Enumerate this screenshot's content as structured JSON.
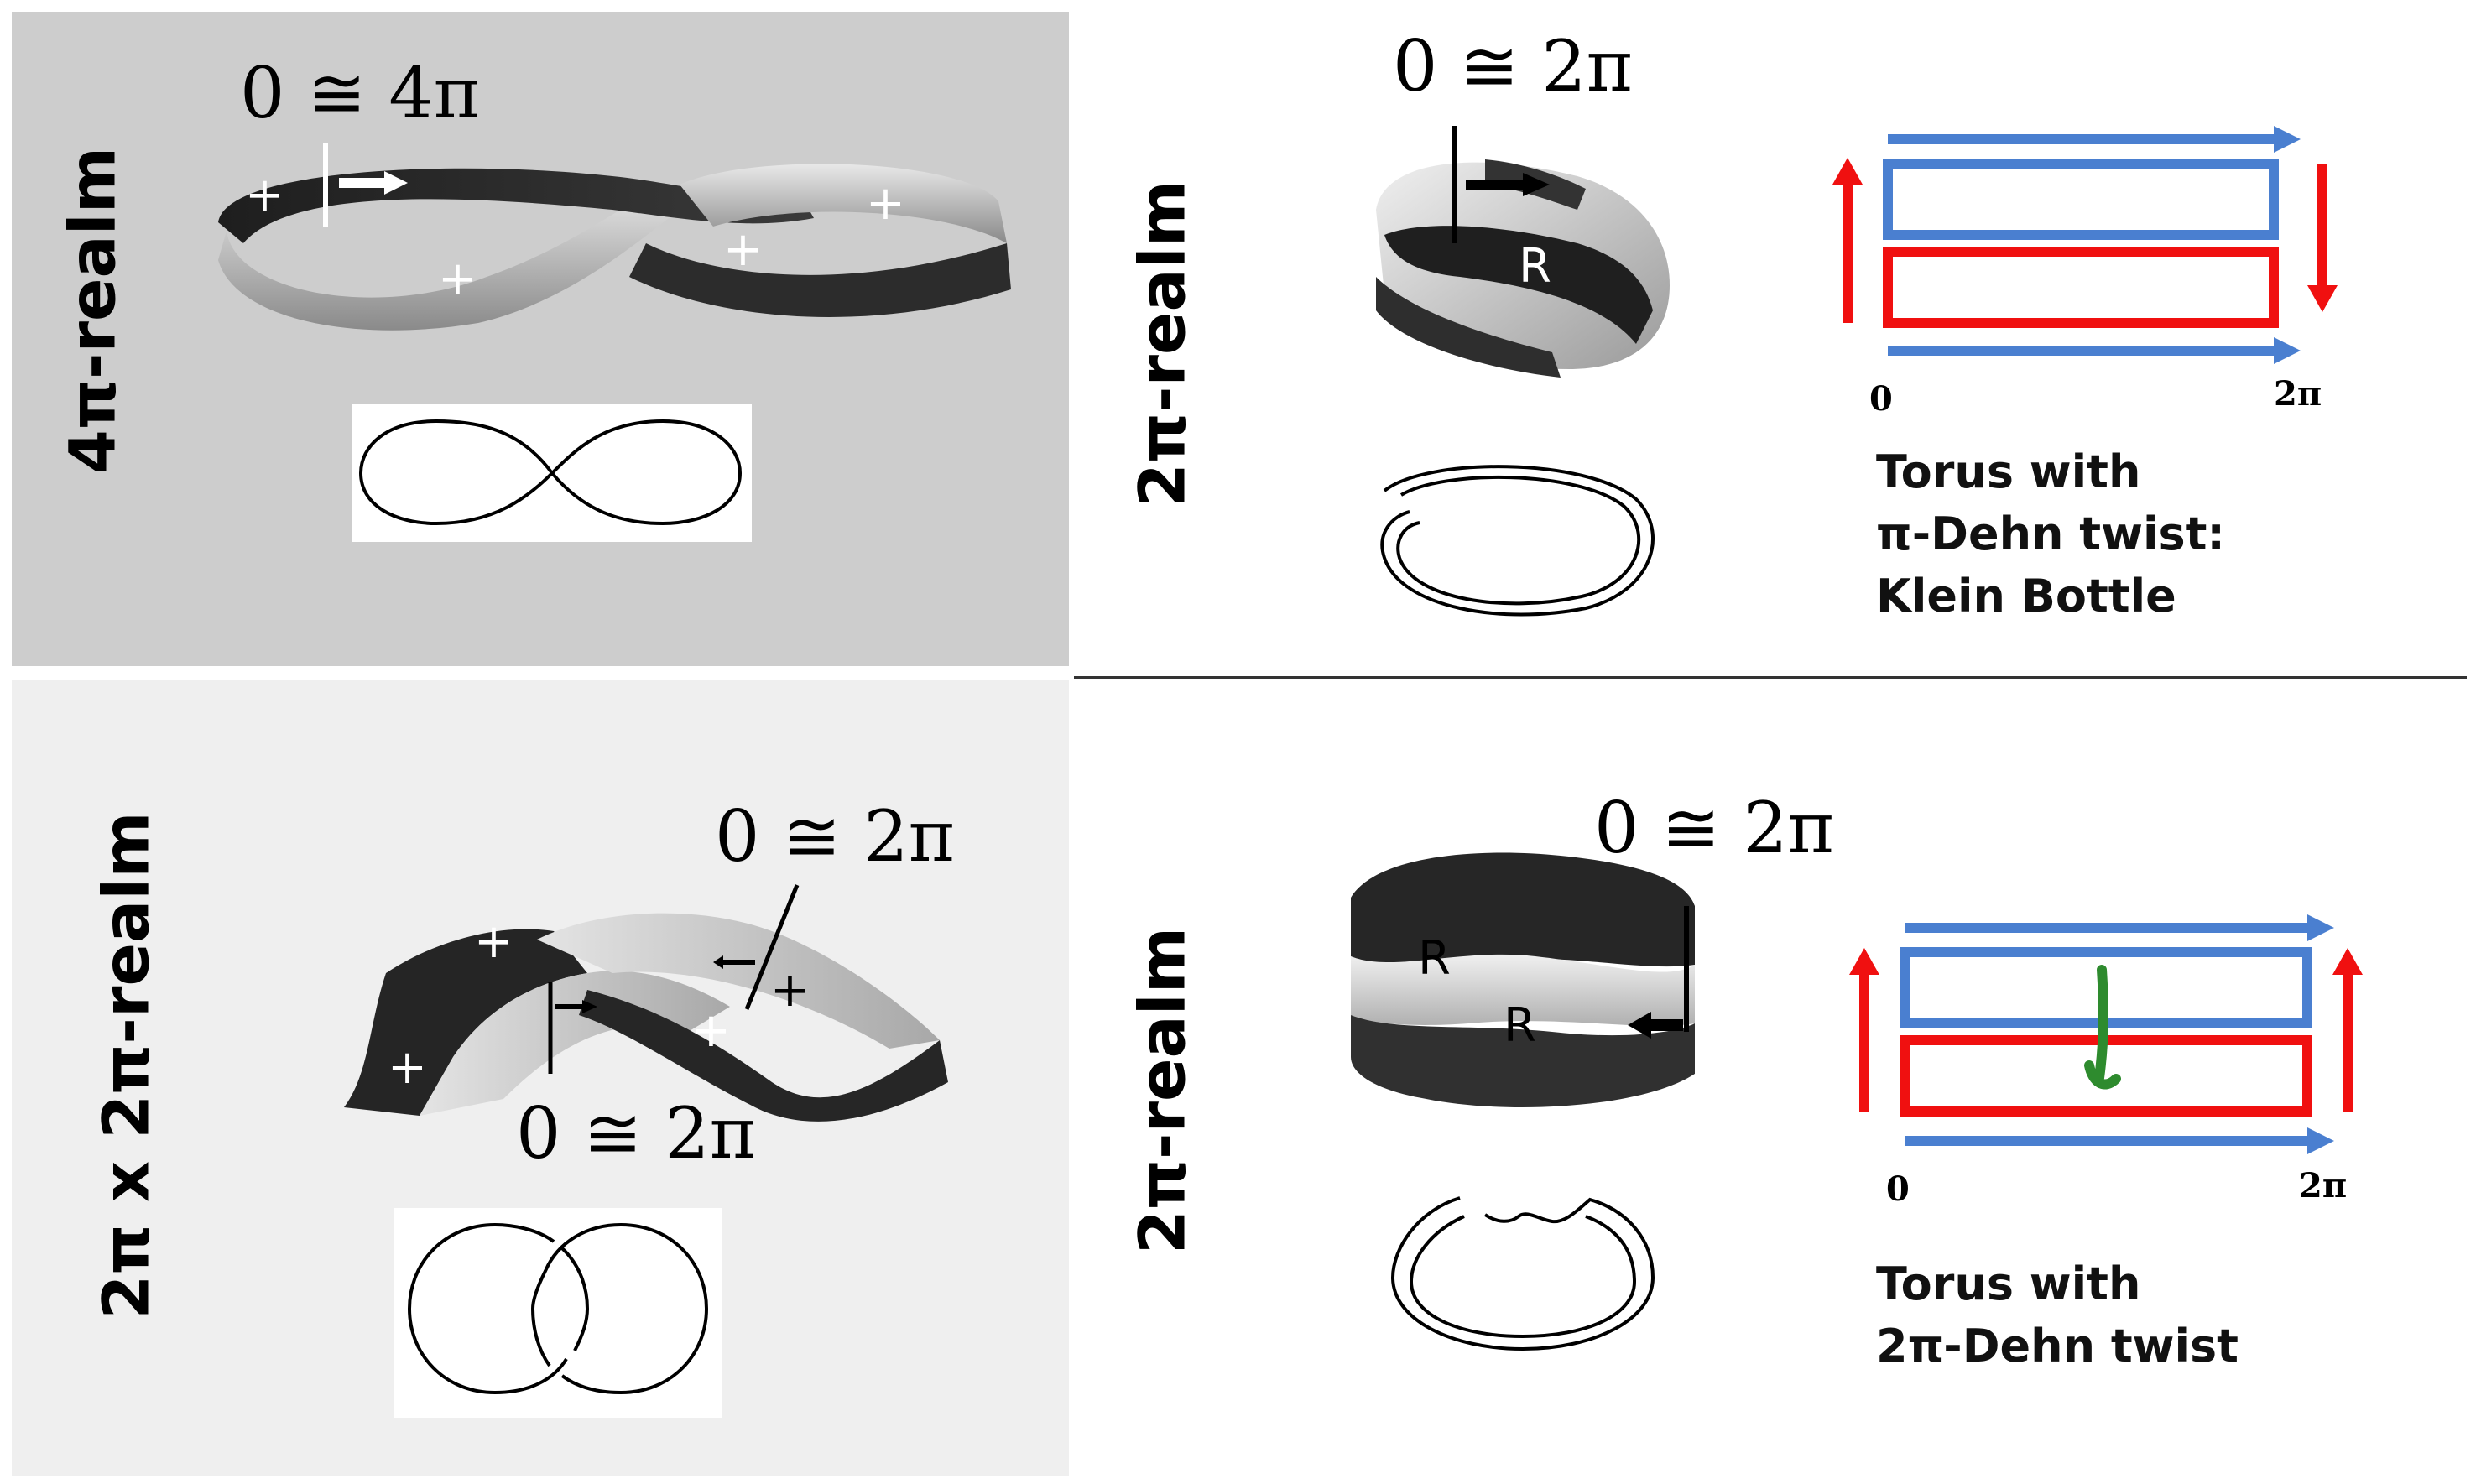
{
  "panels": {
    "top_left": {
      "realm_label": "4π-realm",
      "angle_label": "0 ≅ 4π",
      "plus_signs": [
        "+",
        "+",
        "+",
        "+"
      ]
    },
    "top_right": {
      "realm_label": "2π-realm",
      "angle_label": "0 ≅ 2π",
      "strip_letter": "R",
      "axis_start": "0",
      "axis_end": "2π",
      "caption_line1": "Torus with",
      "caption_line2": "π-Dehn twist:",
      "caption_line3": "Klein Bottle"
    },
    "bottom_left": {
      "realm_label": "2π x 2π-realm",
      "angle_label_top": "0 ≅ 2π",
      "angle_label_bottom": "0 ≅ 2π",
      "plus_signs": [
        "+",
        "+",
        "+",
        "+"
      ]
    },
    "bottom_right": {
      "realm_label": "2π-realm",
      "angle_label": "0 ≅ 2π",
      "strip_letters": [
        "R",
        "R"
      ],
      "axis_start": "0",
      "axis_end": "2π",
      "caption_line1": "Torus with",
      "caption_line2": "2π-Dehn twist"
    }
  },
  "colors": {
    "blue_rect": "#4a7fd0",
    "red_rect": "#f01010",
    "green_stroke": "#2e8b2e",
    "dark_band": "#2a2a2a",
    "light_band": "#c8c8c8"
  }
}
